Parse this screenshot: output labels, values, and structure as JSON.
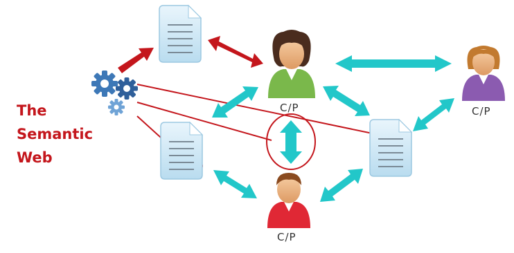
{
  "title": {
    "line1": "The",
    "line2": "Semantic",
    "line3": "Web"
  },
  "nodes": {
    "top_person_label": "C/P",
    "right_person_label": "C/P",
    "bottom_person_label": "C/P"
  },
  "colors": {
    "semantic_web_red": "#c4161c",
    "link_arrow_teal": "#22c7c9",
    "gear_blue": "#3d78b7",
    "document_blue": "#cfe6f3",
    "person_green": "#7ab84b",
    "person_purple": "#8b5bb0",
    "person_red": "#e02835"
  },
  "icons": [
    "gears-icon",
    "document-icon",
    "person-icon",
    "double-arrow-icon"
  ]
}
